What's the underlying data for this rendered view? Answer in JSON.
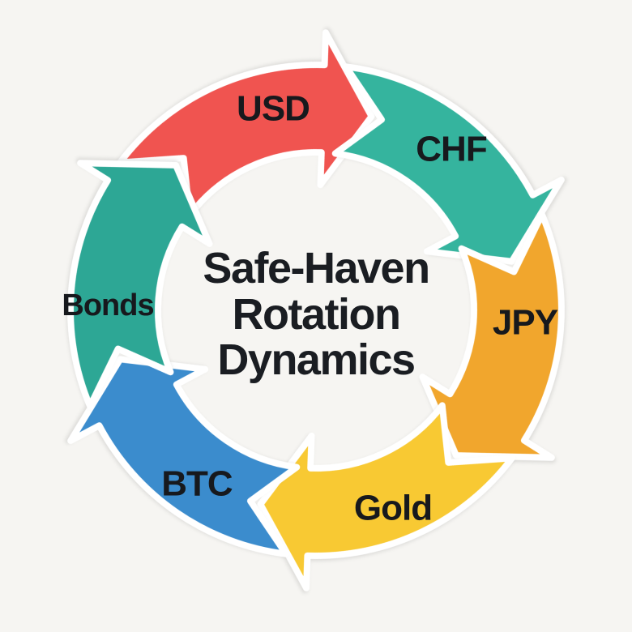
{
  "title": {
    "lines": [
      "Safe-Haven",
      "Rotation",
      "Dynamics"
    ],
    "color": "#1a1d22"
  },
  "diagram": {
    "type": "circular-flow",
    "direction": "clockwise",
    "background_color": "#f6f5f2",
    "outline_color": "#ffffff",
    "label_color": "#17191d",
    "steps": [
      {
        "label": "USD",
        "color": "#f05450"
      },
      {
        "label": "CHF",
        "color": "#35b49e"
      },
      {
        "label": "JPY",
        "color": "#f1a62d"
      },
      {
        "label": "Gold",
        "color": "#f8c933"
      },
      {
        "label": "BTC",
        "color": "#3b8ccd"
      },
      {
        "label": "Bonds",
        "color": "#2da795"
      }
    ]
  }
}
